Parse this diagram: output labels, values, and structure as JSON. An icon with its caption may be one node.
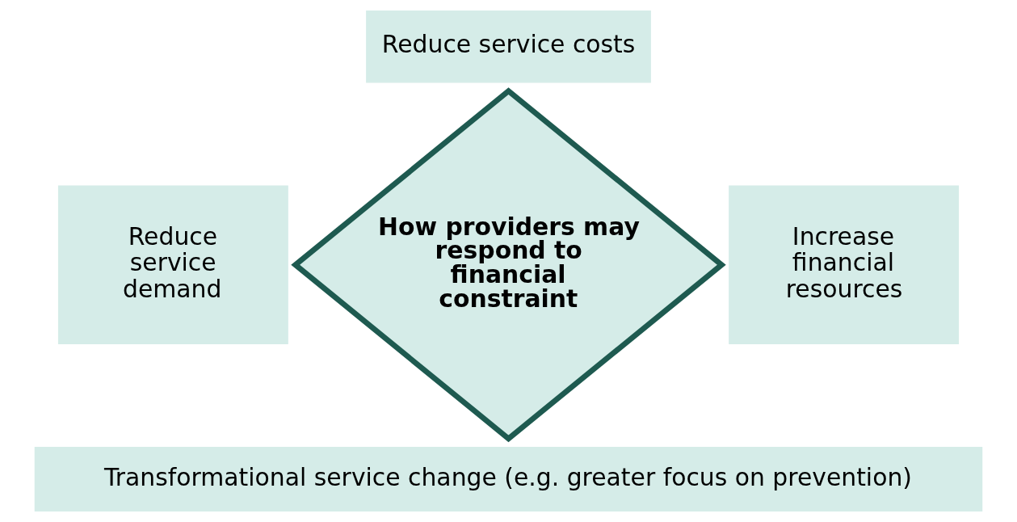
{
  "diagram": {
    "nodes": [
      {
        "text": [
          "Reduce service costs"
        ]
      },
      {
        "text": [
          "Reduce service demand"
        ]
      },
      {
        "text": [
          "How providers may respond to financial constraint"
        ]
      },
      {
        "text": [
          "Increase financial resources"
        ]
      },
      {
        "text": [
          "Transformational service change (e.g. greater focus on prevention)"
        ]
      }
    ],
    "edges": []
  }
}
